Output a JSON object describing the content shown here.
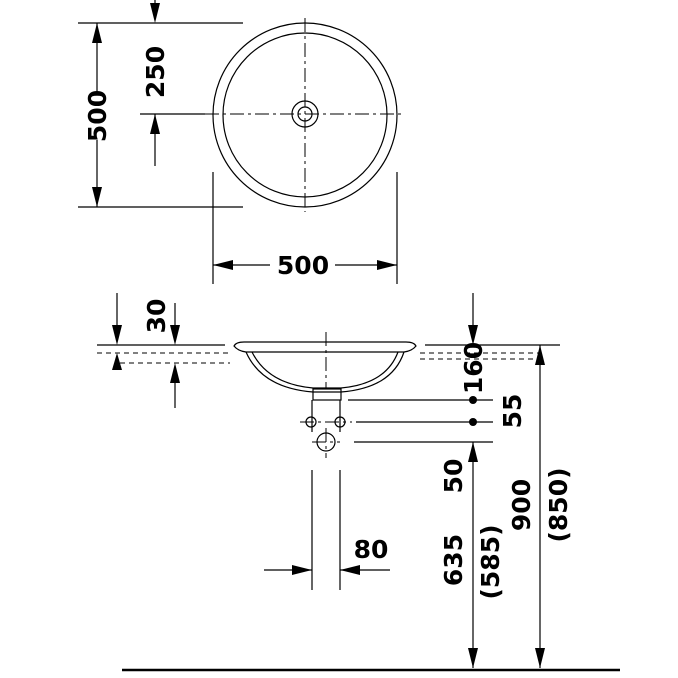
{
  "top_view": {
    "depth_label": "500",
    "center_offset_label": "250",
    "width_label": "500"
  },
  "side_view": {
    "rim_thickness_label": "30",
    "rim_to_outlet_label": "160",
    "outlet_spacing_label": "55",
    "outlet_offset_label": "50",
    "outlet_width_label": "80",
    "outlet_height_label": "635",
    "outlet_height_alt_label": "(585)",
    "rim_height_label": "900",
    "rim_height_alt_label": "(850)"
  }
}
